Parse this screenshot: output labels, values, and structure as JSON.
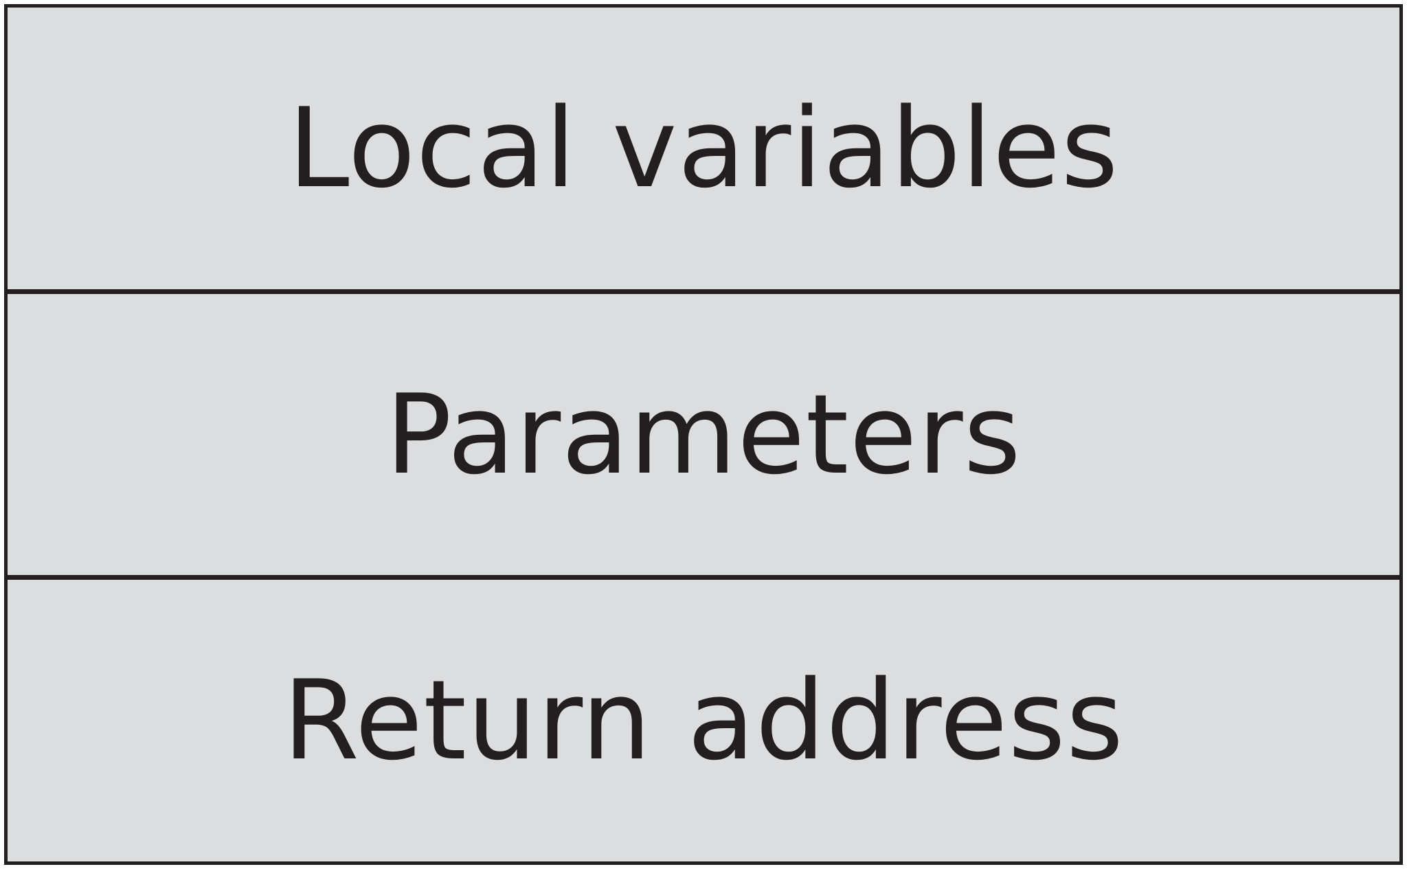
{
  "diagram": {
    "cells": [
      {
        "label": "Local variables"
      },
      {
        "label": "Parameters"
      },
      {
        "label": "Return address"
      }
    ]
  },
  "colors": {
    "fill": "#dcdddf",
    "border": "#231f20",
    "text": "#231f20"
  }
}
